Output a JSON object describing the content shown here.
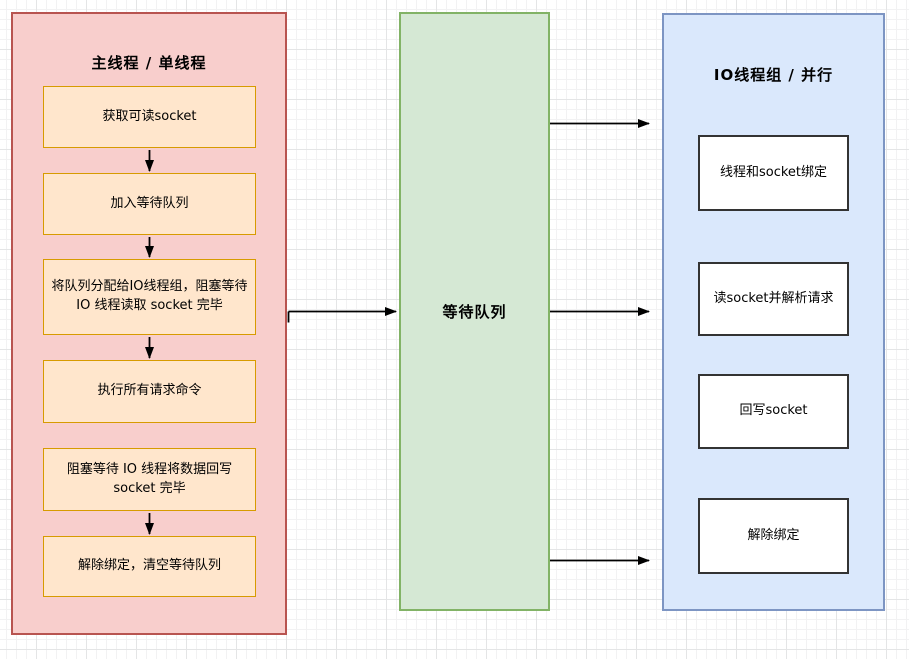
{
  "colors": {
    "main_container_fill": "#f8cecc",
    "main_container_border": "#b85450",
    "step_fill": "#ffe6cc",
    "step_border": "#d79b00",
    "queue_fill": "#d5e8d4",
    "queue_border": "#82b366",
    "io_container_fill": "#dae8fc",
    "io_container_border": "#7d95c3",
    "task_fill": "#ffffff",
    "task_border": "#333333",
    "arrow": "#000000"
  },
  "main_thread": {
    "title": "主线程 / 单线程",
    "steps": [
      "获取可读socket",
      "加入等待队列",
      "将队列分配给IO线程组，阻塞等待 IO 线程读取 socket 完毕",
      "执行所有请求命令",
      "阻塞等待 IO 线程将数据回写 socket 完毕",
      "解除绑定，清空等待队列"
    ]
  },
  "wait_queue": {
    "label": "等待队列"
  },
  "io_group": {
    "title": "IO线程组 / 并行",
    "tasks": [
      "线程和socket绑定",
      "读socket并解析请求",
      "回写socket",
      "解除绑定"
    ]
  }
}
